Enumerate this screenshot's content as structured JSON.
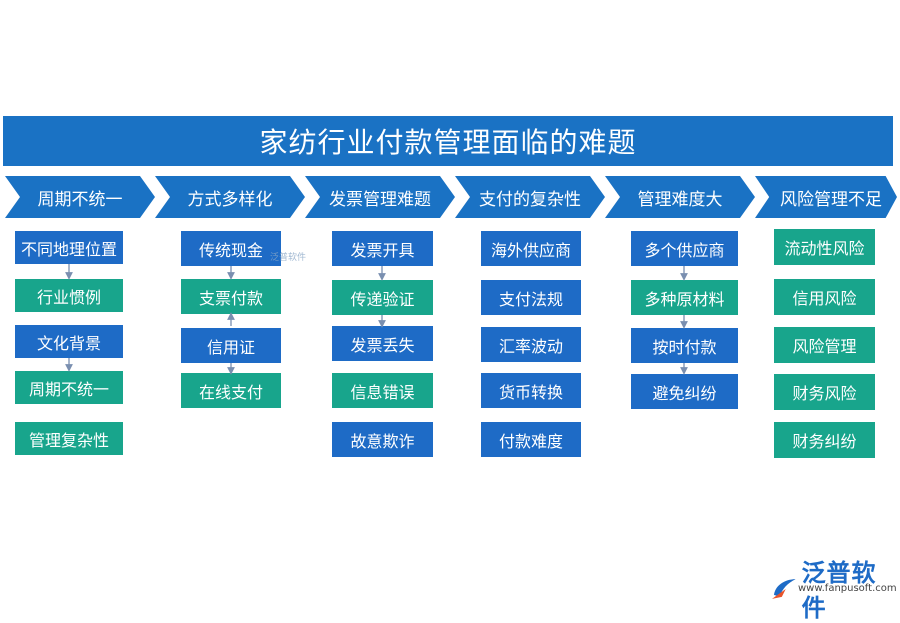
{
  "title": "家纺行业付款管理面临的难题",
  "colors": {
    "header": "#1a72c4",
    "box_blue": "#1e6bc6",
    "box_green": "#18a58c",
    "arrow": "#7a8fb0"
  },
  "columns": [
    {
      "header": "周期不统一",
      "items": [
        "不同地理位置",
        "行业惯例",
        "文化背景",
        "周期不统一",
        "管理复杂性"
      ]
    },
    {
      "header": "方式多样化",
      "items": [
        "传统现金",
        "支票付款",
        "信用证",
        "在线支付"
      ]
    },
    {
      "header": "发票管理难题",
      "items": [
        "发票开具",
        "传递验证",
        "发票丢失",
        "信息错误",
        "故意欺诈"
      ]
    },
    {
      "header": "支付的复杂性",
      "items": [
        "海外供应商",
        "支付法规",
        "汇率波动",
        "货币转换",
        "付款难度"
      ]
    },
    {
      "header": "管理难度大",
      "items": [
        "多个供应商",
        "多种原材料",
        "按时付款",
        "避免纠纷"
      ]
    },
    {
      "header": "风险管理不足",
      "items": [
        "流动性风险",
        "信用风险",
        "风险管理",
        "财务风险",
        "财务纠纷"
      ]
    }
  ],
  "watermark": {
    "small": "泛普软件",
    "logo_icon": "fanpu-logo-icon",
    "logo_text": "泛普软件",
    "url": "www.fanpusoft.com"
  }
}
